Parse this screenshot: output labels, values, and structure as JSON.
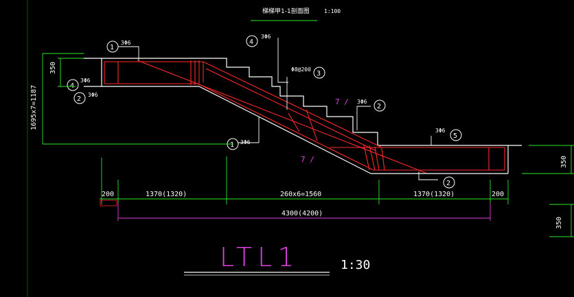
{
  "drawing": {
    "section_title": "梯梯甲1-1剖面图",
    "section_scale": "1:100",
    "name": "LTL1",
    "name_scale": "1:30"
  },
  "callouts": [
    {
      "num": "1",
      "bar": "3Φ6"
    },
    {
      "num": "4",
      "bar": "3Φ6"
    },
    {
      "num": "2",
      "bar": "3Φ6"
    },
    {
      "num": "4",
      "bar": "3Φ6"
    },
    {
      "num": "3",
      "bar": "Φ8@200"
    },
    {
      "num": "2",
      "bar": "3Φ6"
    },
    {
      "num": "5",
      "bar": "3Φ6"
    },
    {
      "num": "1",
      "bar": "3Φ6"
    },
    {
      "num": "2",
      "bar": ""
    }
  ],
  "dimensions": {
    "left_height": "350",
    "left_vertical": "1695x7=1187",
    "right_height_1": "350",
    "right_height_2": "350",
    "seg_1": "200",
    "seg_2": "1370(1320)",
    "seg_3": "260x6=1560",
    "seg_4": "1370(1320)",
    "seg_5": "200",
    "total": "4300(4200)"
  },
  "marks": {
    "mark_1": "7 /",
    "mark_2": "7 /"
  },
  "colors": {
    "background": "#000000",
    "outline": "#ffffff",
    "rebar": "#ff2a2a",
    "dimension": "#2ee82e",
    "label": "#e040e0",
    "title_underline": "#2ee82e"
  }
}
